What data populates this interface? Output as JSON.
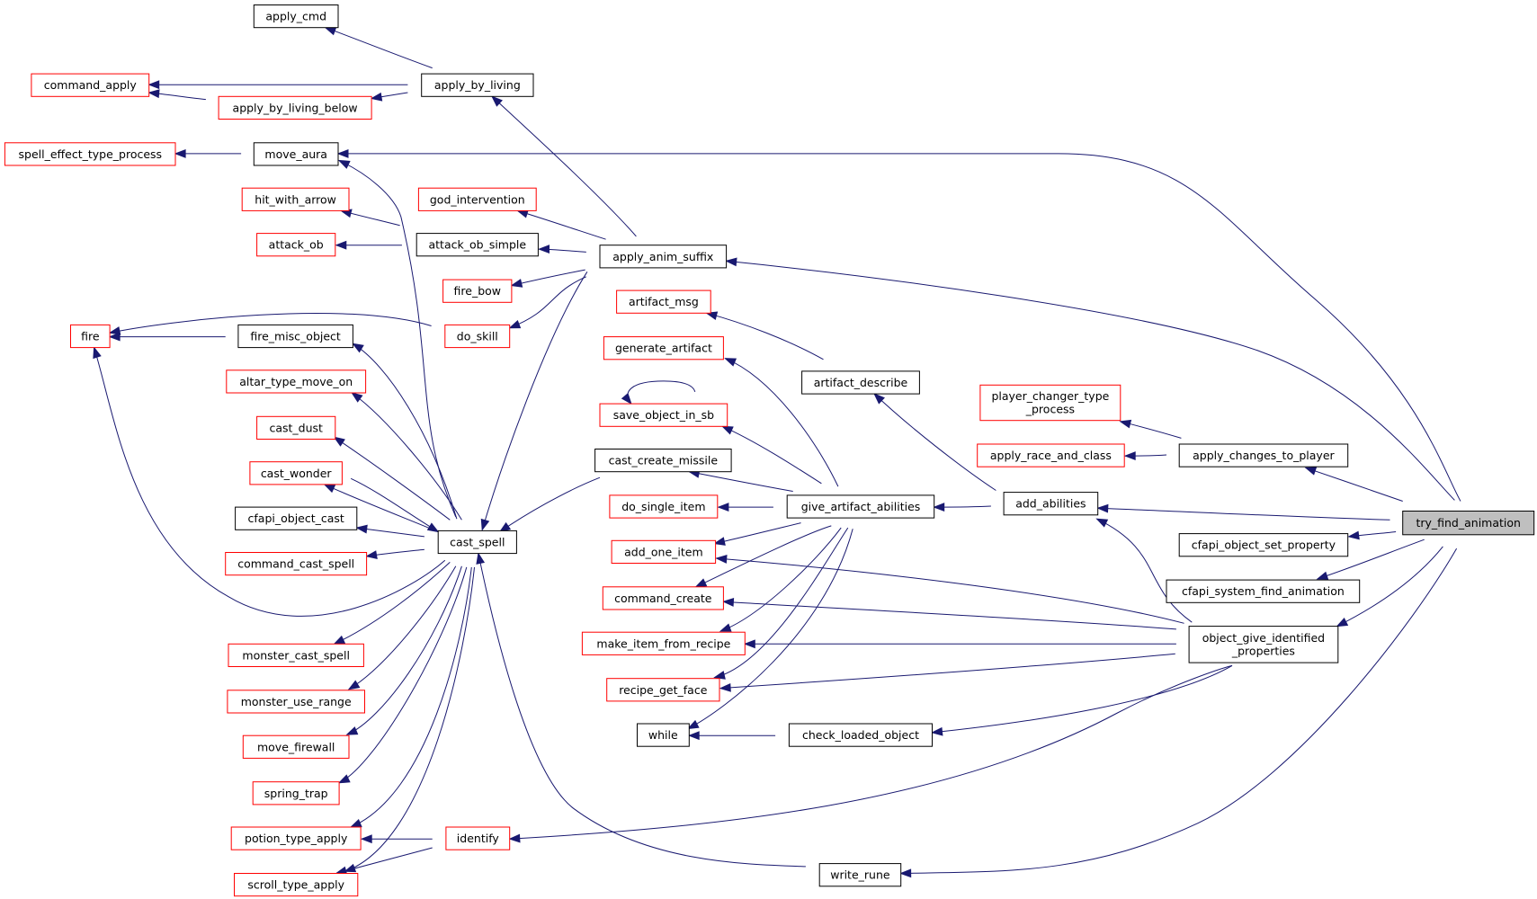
{
  "colors": {
    "edge": "#191970",
    "border_default": "#000000",
    "border_incomplete": "#ff0000",
    "focus_fill": "#bfbfbf",
    "node_fill": "#ffffff"
  },
  "nodes": [
    {
      "id": "try_find_animation",
      "label": "try_find_animation",
      "style": "focus"
    },
    {
      "id": "apply_cmd",
      "label": "apply_cmd",
      "style": "normal"
    },
    {
      "id": "command_apply",
      "label": "command_apply",
      "style": "incomplete"
    },
    {
      "id": "apply_by_living_below",
      "label": "apply_by_living_below",
      "style": "incomplete"
    },
    {
      "id": "apply_by_living",
      "label": "apply_by_living",
      "style": "normal"
    },
    {
      "id": "spell_effect_type_process",
      "label": "spell_effect_type_process",
      "style": "incomplete"
    },
    {
      "id": "move_aura",
      "label": "move_aura",
      "style": "normal"
    },
    {
      "id": "hit_with_arrow",
      "label": "hit_with_arrow",
      "style": "incomplete"
    },
    {
      "id": "god_intervention",
      "label": "god_intervention",
      "style": "incomplete"
    },
    {
      "id": "attack_ob",
      "label": "attack_ob",
      "style": "incomplete"
    },
    {
      "id": "attack_ob_simple",
      "label": "attack_ob_simple",
      "style": "normal"
    },
    {
      "id": "apply_anim_suffix",
      "label": "apply_anim_suffix",
      "style": "normal"
    },
    {
      "id": "fire_bow",
      "label": "fire_bow",
      "style": "incomplete"
    },
    {
      "id": "artifact_msg",
      "label": "artifact_msg",
      "style": "incomplete"
    },
    {
      "id": "fire",
      "label": "fire",
      "style": "incomplete"
    },
    {
      "id": "fire_misc_object",
      "label": "fire_misc_object",
      "style": "normal"
    },
    {
      "id": "do_skill",
      "label": "do_skill",
      "style": "incomplete"
    },
    {
      "id": "generate_artifact",
      "label": "generate_artifact",
      "style": "incomplete"
    },
    {
      "id": "altar_type_move_on",
      "label": "altar_type_move_on",
      "style": "incomplete"
    },
    {
      "id": "artifact_describe",
      "label": "artifact_describe",
      "style": "normal"
    },
    {
      "id": "player_changer_type_process",
      "label": "player_changer_type\n_process",
      "style": "incomplete"
    },
    {
      "id": "save_object_in_sb",
      "label": "save_object_in_sb",
      "style": "incomplete"
    },
    {
      "id": "cast_dust",
      "label": "cast_dust",
      "style": "incomplete"
    },
    {
      "id": "apply_race_and_class",
      "label": "apply_race_and_class",
      "style": "incomplete"
    },
    {
      "id": "apply_changes_to_player",
      "label": "apply_changes_to_player",
      "style": "normal"
    },
    {
      "id": "cast_create_missile",
      "label": "cast_create_missile",
      "style": "normal"
    },
    {
      "id": "cast_wonder",
      "label": "cast_wonder",
      "style": "incomplete"
    },
    {
      "id": "do_single_item",
      "label": "do_single_item",
      "style": "incomplete"
    },
    {
      "id": "give_artifact_abilities",
      "label": "give_artifact_abilities",
      "style": "normal"
    },
    {
      "id": "add_abilities",
      "label": "add_abilities",
      "style": "normal"
    },
    {
      "id": "cfapi_object_cast",
      "label": "cfapi_object_cast",
      "style": "normal"
    },
    {
      "id": "cast_spell",
      "label": "cast_spell",
      "style": "normal"
    },
    {
      "id": "add_one_item",
      "label": "add_one_item",
      "style": "incomplete"
    },
    {
      "id": "cfapi_object_set_property",
      "label": "cfapi_object_set_property",
      "style": "normal"
    },
    {
      "id": "command_cast_spell",
      "label": "command_cast_spell",
      "style": "incomplete"
    },
    {
      "id": "cfapi_system_find_animation",
      "label": "cfapi_system_find_animation",
      "style": "normal"
    },
    {
      "id": "command_create",
      "label": "command_create",
      "style": "incomplete"
    },
    {
      "id": "object_give_identified_properties",
      "label": "object_give_identified\n_properties",
      "style": "normal"
    },
    {
      "id": "make_item_from_recipe",
      "label": "make_item_from_recipe",
      "style": "incomplete"
    },
    {
      "id": "monster_cast_spell",
      "label": "monster_cast_spell",
      "style": "incomplete"
    },
    {
      "id": "recipe_get_face",
      "label": "recipe_get_face",
      "style": "incomplete"
    },
    {
      "id": "monster_use_range",
      "label": "monster_use_range",
      "style": "incomplete"
    },
    {
      "id": "while",
      "label": "while",
      "style": "normal"
    },
    {
      "id": "check_loaded_object",
      "label": "check_loaded_object",
      "style": "normal"
    },
    {
      "id": "move_firewall",
      "label": "move_firewall",
      "style": "incomplete"
    },
    {
      "id": "spring_trap",
      "label": "spring_trap",
      "style": "incomplete"
    },
    {
      "id": "potion_type_apply",
      "label": "potion_type_apply",
      "style": "incomplete"
    },
    {
      "id": "identify",
      "label": "identify",
      "style": "incomplete"
    },
    {
      "id": "scroll_type_apply",
      "label": "scroll_type_apply",
      "style": "incomplete"
    },
    {
      "id": "write_rune",
      "label": "write_rune",
      "style": "normal"
    }
  ],
  "edges": [
    {
      "from": "apply_cmd",
      "to": "apply_by_living"
    },
    {
      "from": "command_apply",
      "to": "apply_by_living"
    },
    {
      "from": "command_apply",
      "to": "apply_by_living_below"
    },
    {
      "from": "apply_by_living_below",
      "to": "apply_by_living"
    },
    {
      "from": "apply_by_living",
      "to": "apply_anim_suffix"
    },
    {
      "from": "spell_effect_type_process",
      "to": "move_aura"
    },
    {
      "from": "move_aura",
      "to": "try_find_animation"
    },
    {
      "from": "hit_with_arrow",
      "to": "attack_ob_simple"
    },
    {
      "from": "attack_ob",
      "to": "attack_ob_simple"
    },
    {
      "from": "attack_ob_simple",
      "to": "apply_anim_suffix"
    },
    {
      "from": "god_intervention",
      "to": "apply_anim_suffix"
    },
    {
      "from": "fire_bow",
      "to": "apply_anim_suffix"
    },
    {
      "from": "do_skill",
      "to": "apply_anim_suffix"
    },
    {
      "from": "cast_spell",
      "to": "apply_anim_suffix"
    },
    {
      "from": "apply_anim_suffix",
      "to": "try_find_animation"
    },
    {
      "from": "fire",
      "to": "do_skill"
    },
    {
      "from": "fire",
      "to": "fire_misc_object"
    },
    {
      "from": "fire",
      "to": "cast_spell"
    },
    {
      "from": "move_aura",
      "to": "cast_spell"
    },
    {
      "from": "fire_misc_object",
      "to": "cast_spell"
    },
    {
      "from": "altar_type_move_on",
      "to": "cast_spell"
    },
    {
      "from": "cast_dust",
      "to": "cast_spell"
    },
    {
      "from": "cast_wonder",
      "to": "cast_spell"
    },
    {
      "from": "cast_spell",
      "to": "cast_wonder"
    },
    {
      "from": "cfapi_object_cast",
      "to": "cast_spell"
    },
    {
      "from": "command_cast_spell",
      "to": "cast_spell"
    },
    {
      "from": "monster_cast_spell",
      "to": "cast_spell"
    },
    {
      "from": "monster_use_range",
      "to": "cast_spell"
    },
    {
      "from": "move_firewall",
      "to": "cast_spell"
    },
    {
      "from": "spring_trap",
      "to": "cast_spell"
    },
    {
      "from": "potion_type_apply",
      "to": "cast_spell"
    },
    {
      "from": "scroll_type_apply",
      "to": "cast_spell"
    },
    {
      "from": "potion_type_apply",
      "to": "identify"
    },
    {
      "from": "scroll_type_apply",
      "to": "identify"
    },
    {
      "from": "cast_spell",
      "to": "cast_create_missile"
    },
    {
      "from": "cast_spell",
      "to": "write_rune"
    },
    {
      "from": "artifact_msg",
      "to": "artifact_describe"
    },
    {
      "from": "artifact_describe",
      "to": "add_abilities"
    },
    {
      "from": "generate_artifact",
      "to": "give_artifact_abilities"
    },
    {
      "from": "save_object_in_sb",
      "to": "save_object_in_sb"
    },
    {
      "from": "save_object_in_sb",
      "to": "give_artifact_abilities"
    },
    {
      "from": "cast_create_missile",
      "to": "give_artifact_abilities"
    },
    {
      "from": "do_single_item",
      "to": "give_artifact_abilities"
    },
    {
      "from": "add_one_item",
      "to": "give_artifact_abilities"
    },
    {
      "from": "command_create",
      "to": "give_artifact_abilities"
    },
    {
      "from": "make_item_from_recipe",
      "to": "give_artifact_abilities"
    },
    {
      "from": "recipe_get_face",
      "to": "give_artifact_abilities"
    },
    {
      "from": "while",
      "to": "give_artifact_abilities"
    },
    {
      "from": "while",
      "to": "check_loaded_object"
    },
    {
      "from": "give_artifact_abilities",
      "to": "add_abilities"
    },
    {
      "from": "add_abilities",
      "to": "try_find_animation"
    },
    {
      "from": "add_abilities",
      "to": "object_give_identified_properties"
    },
    {
      "from": "player_changer_type_process",
      "to": "apply_changes_to_player"
    },
    {
      "from": "apply_race_and_class",
      "to": "apply_changes_to_player"
    },
    {
      "from": "apply_changes_to_player",
      "to": "try_find_animation"
    },
    {
      "from": "cfapi_object_set_property",
      "to": "try_find_animation"
    },
    {
      "from": "cfapi_system_find_animation",
      "to": "try_find_animation"
    },
    {
      "from": "add_one_item",
      "to": "object_give_identified_properties"
    },
    {
      "from": "command_create",
      "to": "object_give_identified_properties"
    },
    {
      "from": "make_item_from_recipe",
      "to": "object_give_identified_properties"
    },
    {
      "from": "recipe_get_face",
      "to": "object_give_identified_properties"
    },
    {
      "from": "check_loaded_object",
      "to": "object_give_identified_properties"
    },
    {
      "from": "identify",
      "to": "object_give_identified_properties"
    },
    {
      "from": "object_give_identified_properties",
      "to": "try_find_animation"
    },
    {
      "from": "write_rune",
      "to": "try_find_animation"
    }
  ]
}
